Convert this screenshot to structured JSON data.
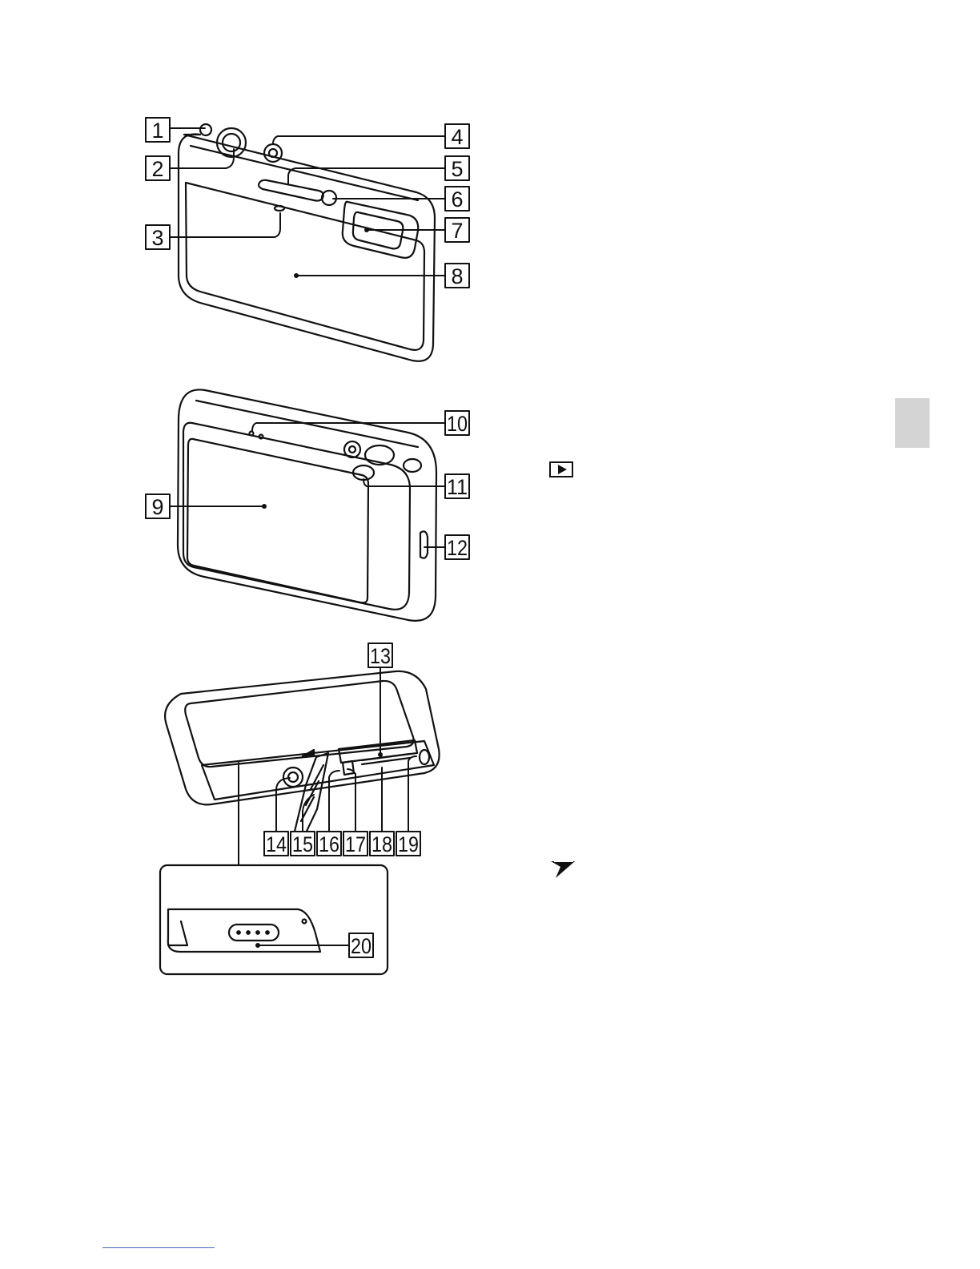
{
  "callouts": {
    "c1": "1",
    "c2": "2",
    "c3": "3",
    "c4": "4",
    "c5": "5",
    "c6": "6",
    "c7": "7",
    "c8": "8",
    "c9": "9",
    "c10": "10",
    "c11": "11",
    "c12": "12",
    "c13": "13",
    "c14": "14",
    "c15": "15",
    "c16": "16",
    "c17": "17",
    "c18": "18",
    "c19": "19",
    "c20": "20"
  },
  "icons": {
    "playback": "playback-icon",
    "note": "note-icon"
  },
  "colors": {
    "line": "#111111",
    "body_fill": "#ffffff",
    "body_shade": "#dcdcdc",
    "side_tab": "#d4d4d4",
    "link": "#4a67b8"
  }
}
